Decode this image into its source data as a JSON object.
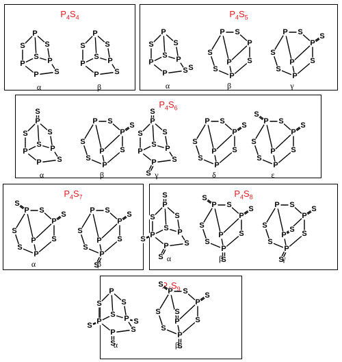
{
  "groups": [
    {
      "id": "p4s4",
      "formula": {
        "e1": "P",
        "n1": "4",
        "e2": "S",
        "n2": "4"
      },
      "isomers": [
        "α",
        "β"
      ]
    },
    {
      "id": "p4s5",
      "formula": {
        "e1": "P",
        "n1": "4",
        "e2": "S",
        "n2": "5"
      },
      "isomers": [
        "α",
        "β",
        "γ"
      ]
    },
    {
      "id": "p4s6",
      "formula": {
        "e1": "P",
        "n1": "4",
        "e2": "S",
        "n2": "6"
      },
      "isomers": [
        "α",
        "β",
        "γ",
        "δ",
        "ε"
      ]
    },
    {
      "id": "p4s7",
      "formula": {
        "e1": "P",
        "n1": "4",
        "e2": "S",
        "n2": "7"
      },
      "isomers": [
        "α",
        "β"
      ]
    },
    {
      "id": "p4s8",
      "formula": {
        "e1": "P",
        "n1": "4",
        "e2": "S",
        "n2": "8"
      },
      "isomers": [
        "α",
        "β",
        "γ"
      ]
    },
    {
      "id": "p4s9",
      "formula": {
        "e1": "P",
        "n1": "4",
        "e2": "S",
        "n2": "9"
      },
      "isomers": [
        "α",
        "β"
      ]
    }
  ],
  "atoms": {
    "phosphorus": "P",
    "sulfur": "S"
  },
  "colors": {
    "title": "#e8191f",
    "border": "#000000",
    "ink": "#000000"
  }
}
